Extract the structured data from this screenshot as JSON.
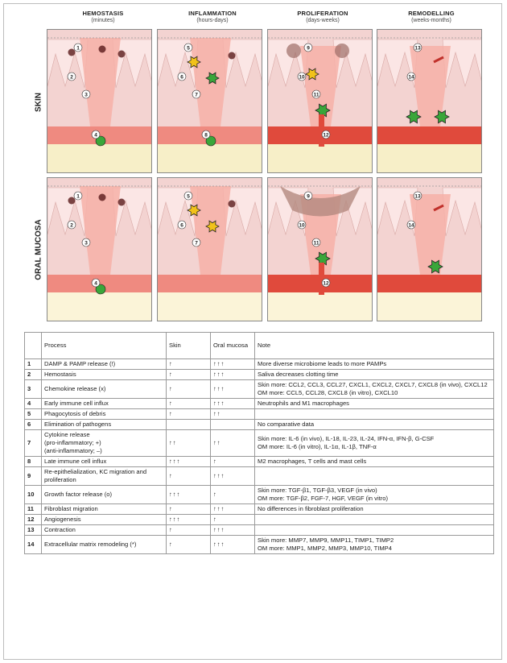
{
  "columns": [
    {
      "title": "HEMOSTASIS",
      "sub": "(minutes)"
    },
    {
      "title": "INFLAMMATION",
      "sub": "(hours-days)"
    },
    {
      "title": "PROLIFERATION",
      "sub": "(days-weeks)"
    },
    {
      "title": "REMODELLING",
      "sub": "(weeks-months)"
    }
  ],
  "rows": {
    "skin": "SKIN",
    "oral": "ORAL MUCOSA"
  },
  "colors": {
    "tissue": "#f3d3d1",
    "wound": "#f6b0a8",
    "vessel": "#e04a3c",
    "fat": "#f7efc8",
    "green_cell": "#3aa63a",
    "yellow_cell": "#f2c21a",
    "dark_red_cell": "#5a1a1a"
  },
  "panel_labels": {
    "skin": [
      [
        "1",
        "2",
        "3",
        "4"
      ],
      [
        "5",
        "6",
        "7",
        "8"
      ],
      [
        "9",
        "10",
        "11",
        "12"
      ],
      [
        "13",
        "14"
      ]
    ],
    "oral": [
      [
        "1",
        "2",
        "3",
        "4"
      ],
      [
        "5",
        "6",
        "7"
      ],
      [
        "9",
        "10",
        "11",
        "12"
      ],
      [
        "13",
        "14"
      ]
    ]
  },
  "table": {
    "headers": {
      "process": "Process",
      "skin": "Skin",
      "oral": "Oral mucosa",
      "note": "Note"
    },
    "rows": [
      {
        "num": "1",
        "process": "DAMP & PAMP release (!)",
        "skin": "↑",
        "oral": "↑↑↑",
        "note": "More diverse microbiome leads to more PAMPs"
      },
      {
        "num": "2",
        "process": "Hemostasis",
        "skin": "↑",
        "oral": "↑↑↑",
        "note": "Saliva decreases clotting time"
      },
      {
        "num": "3",
        "process": "Chemokine release (x)",
        "skin": "↑",
        "oral": "↑↑↑",
        "note": "Skin more: CCL2, CCL3, CCL27, CXCL1, CXCL2, CXCL7, CXCL8 (in vivo), CXCL12\nOM more: CCL5, CCL28, CXCL8 (in vitro), CXCL10"
      },
      {
        "num": "4",
        "process": "Early immune cell influx",
        "skin": "↑",
        "oral": "↑↑↑",
        "note": "Neutrophils and M1 macrophages"
      },
      {
        "num": "5",
        "process": "Phagocytosis of debris",
        "skin": "↑",
        "oral": "↑↑",
        "note": ""
      },
      {
        "num": "6",
        "process": "Elimination of pathogens",
        "skin": "",
        "oral": "",
        "note": "No comparative data"
      },
      {
        "num": "7",
        "process": "Cytokine release\n(pro-inflammatory; +)\n(anti-inflammatory; –)",
        "skin": "↑↑",
        "oral": "↑↑",
        "note": "Skin more: IL-6 (in vivo), IL-18, IL-23, IL-24, IFN-α, IFN-β, G-CSF\nOM more: IL-6 (in vitro), IL-1α, IL-1β, TNF-α"
      },
      {
        "num": "8",
        "process": "Late immune cell influx",
        "skin": "↑↑↑",
        "oral": "↑",
        "note": "M2 macrophages, T cells and mast cells"
      },
      {
        "num": "9",
        "process": "Re-epithelialization, KC migration and proliferation",
        "skin": "↑",
        "oral": "↑↑↑",
        "note": ""
      },
      {
        "num": "10",
        "process": "Growth factor release (o)",
        "skin": "↑↑↑",
        "oral": "↑",
        "note": "Skin more: TGF-β1, TGF-β3, VEGF (in vivo)\nOM more: TGF-β2, FGF-7, HGF, VEGF (in vitro)"
      },
      {
        "num": "11",
        "process": "Fibroblast migration",
        "skin": "↑",
        "oral": "↑↑↑",
        "note": "No differences in fibroblast proliferation"
      },
      {
        "num": "12",
        "process": "Angiogenesis",
        "skin": "↑↑↑",
        "oral": "↑",
        "note": ""
      },
      {
        "num": "13",
        "process": "Contraction",
        "skin": "↑",
        "oral": "↑↑↑",
        "note": ""
      },
      {
        "num": "14",
        "process": "Extracellular matrix remodeling (*)",
        "skin": "↑",
        "oral": "↑↑↑",
        "note": "Skin more: MMP7, MMP9, MMP11, TIMP1, TIMP2\nOM more: MMP1, MMP2, MMP3, MMP10, TIMP4"
      }
    ]
  }
}
